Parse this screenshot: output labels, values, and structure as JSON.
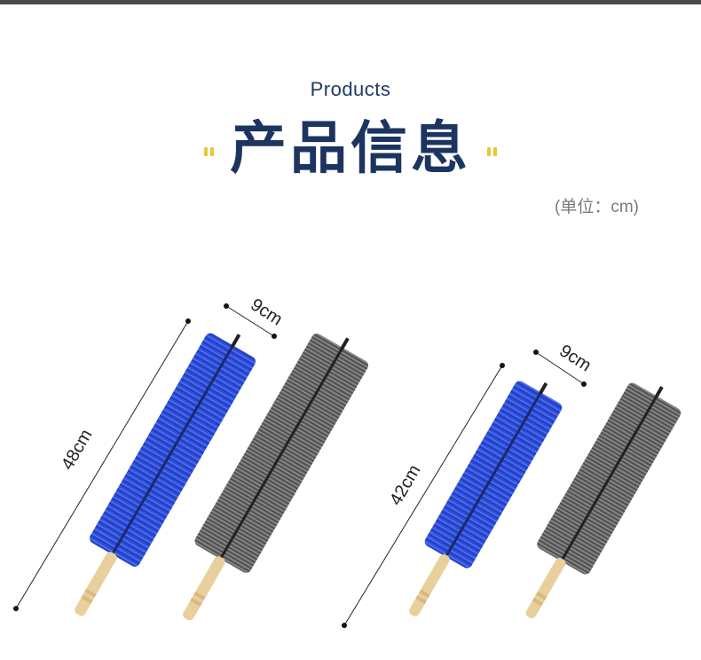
{
  "header": {
    "subtitle": "Products",
    "title": "产品信息",
    "unit_note": "(单位：cm)"
  },
  "products": [
    {
      "length_label": "48cm",
      "width_label": "9cm"
    },
    {
      "length_label": "42cm",
      "width_label": "9cm"
    }
  ],
  "colors": {
    "title": "#1c3560",
    "accent": "#e8c63a",
    "brush_blue": "#2f4fd8",
    "brush_gray": "#5a5a5a",
    "handle": "#e9cf9c"
  }
}
